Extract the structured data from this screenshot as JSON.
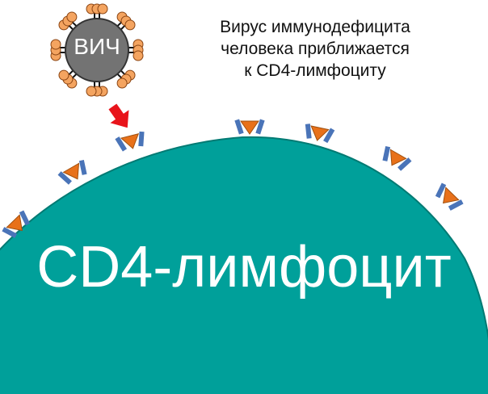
{
  "caption": {
    "line1": "Вирус иммунодефицита",
    "line2": "человека приближается",
    "line3": "к CD4-лимфоциту"
  },
  "virus": {
    "label": "ВИЧ",
    "body_color": "#737373",
    "spike_color": "#F4A460",
    "spike_border": "#8B4513"
  },
  "cell": {
    "label": "CD4-лимфоцит",
    "fill_color": "#00A09A",
    "border_color": "#007A73"
  },
  "receptor": {
    "triangle_color": "#E8711A",
    "arm_color": "#4A74B8"
  },
  "arrow": {
    "color": "#E8141B",
    "direction": "down-right"
  }
}
